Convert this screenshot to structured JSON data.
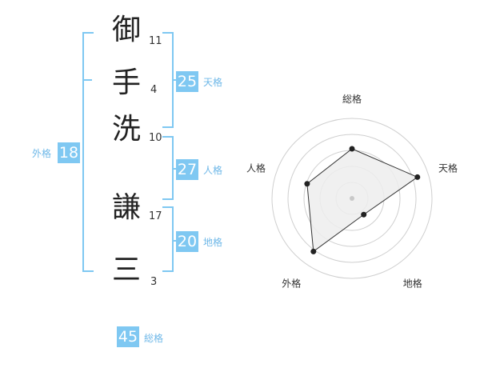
{
  "characters": [
    {
      "char": "御",
      "strokes": "11"
    },
    {
      "char": "手",
      "strokes": "4"
    },
    {
      "char": "洗",
      "strokes": "10"
    },
    {
      "char": "謙",
      "strokes": "17"
    },
    {
      "char": "三",
      "strokes": "3"
    }
  ],
  "fortunes": {
    "tenkaku": {
      "value": "25",
      "label": "天格"
    },
    "jinkaku": {
      "value": "27",
      "label": "人格"
    },
    "chikaku": {
      "value": "20",
      "label": "地格"
    },
    "gaikaku": {
      "value": "18",
      "label": "外格"
    },
    "soukaku": {
      "value": "45",
      "label": "総格"
    }
  },
  "chart_data": {
    "type": "radar",
    "axes": [
      "総格",
      "天格",
      "地格",
      "外格",
      "人格"
    ],
    "values": [
      0.62,
      0.86,
      0.25,
      0.82,
      0.59
    ],
    "range": [
      0,
      1
    ],
    "rings": 5,
    "grid": true
  }
}
